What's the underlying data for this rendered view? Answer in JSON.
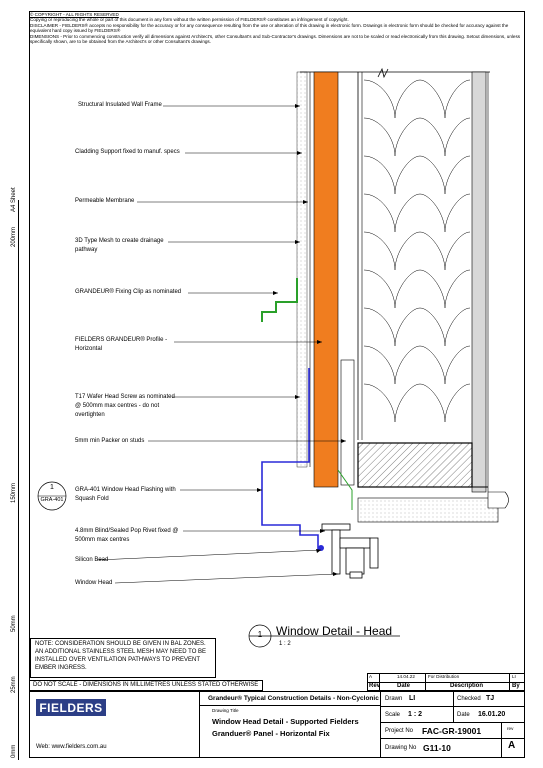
{
  "header": {
    "copyright": "© COPYRIGHT - ALL RIGHTS RESERVED",
    "copying": "Copying or reproducing the whole or part of this document in any form without the written permission of FIELDERS® constitutes an infringement of copyright.",
    "disclaimer": "DISCLAIMER - FIELDERS® accepts no responsibility for the accuracy or for any consequence resulting from the use or alteration of this drawing in electronic form. Drawings in electronic form should be checked for accuracy against the equivalent hard copy issued by FIELDERS®",
    "dimensions": "DIMENSIONS - Prior to commencing construction verify all dimensions against Architect's, other Consultant's and Sub-Contractor's drawings. Dimensions are not to be scaled or read electronically from this drawing. Setout dimensions, unless specifically shown, are to be obtained from the Architect's or other Consultant's drawings."
  },
  "ruler": {
    "sheet": "A4 Sheet",
    "marks": [
      "200mm",
      "150mm",
      "50mm",
      "25mm",
      "0mm"
    ]
  },
  "labels": [
    "Structural Insulated Wall Frame",
    "Cladding Support fixed to manuf. specs",
    "Permeable Membrane",
    "3D Type Mesh to create drainage",
    "pathway",
    "GRANDEUR® Fixing Clip as nominated",
    "FIELDERS GRANDEUR® Profile -",
    "Horizontal",
    "T17 Wafer Head Screw as nominated",
    "@ 500mm max centres - do not",
    "overtighten",
    "5mm min Packer on studs",
    "GRA-401 Window Head Flashing with",
    "Squash Fold",
    "4.8mm Blind/Sealed Pop Rivet fixed @",
    "500mm max centres",
    "Silicon Bead",
    "Window Head"
  ],
  "callout": {
    "number": "1",
    "ref": "GRA-401"
  },
  "detail_title": {
    "number": "1",
    "title": "Window Detail - Head",
    "scale": "1 : 2"
  },
  "note": "NOTE: CONSIDERATION SHOULD BE GIVEN IN BAL ZONES. AN ADDITIONAL STAINLESS STEEL MESH MAY NEED TO BE INSTALLED OVER VENTILATION PATHWAYS TO PREVENT EMBER INGRESS.",
  "do_not_scale": "DO NOT SCALE - DIMENSIONS IN MILLIMETRES UNLESS STATED OTHERWISE",
  "revision_table": {
    "row": {
      "rev": "A",
      "date": "14.04.22",
      "description": "For Distribution",
      "by": "LI"
    },
    "headers": {
      "rev": "Rev",
      "date": "Date",
      "description": "Description",
      "by": "By"
    }
  },
  "title_block": {
    "series": "Grandeur® Typical Construction Details - Non-Cyclonic",
    "drawing_title_label": "Drawing Title",
    "drawing_title_1": "Window Head Detail - Supported Fielders",
    "drawing_title_2": "Granduer® Panel - Horizontal Fix",
    "logo": "FIELDERS",
    "web": "Web: www.fielders.com.au",
    "drawn_label": "Drawn",
    "drawn": "LI",
    "checked_label": "Checked",
    "checked": "TJ",
    "scale_label": "Scale",
    "scale": "1 : 2",
    "date_label": "Date",
    "date": "16.01.20",
    "project_label": "Project No",
    "project": "FAC-GR-19001",
    "drawing_no_label": "Drawing No",
    "drawing_no": "G11-10",
    "rev_label": "rev",
    "rev": "A"
  },
  "colors": {
    "cladding": "#f07d1f",
    "flashing": "#2a2ad8",
    "clip": "#2aa02a",
    "logo": "#2c3e86"
  }
}
